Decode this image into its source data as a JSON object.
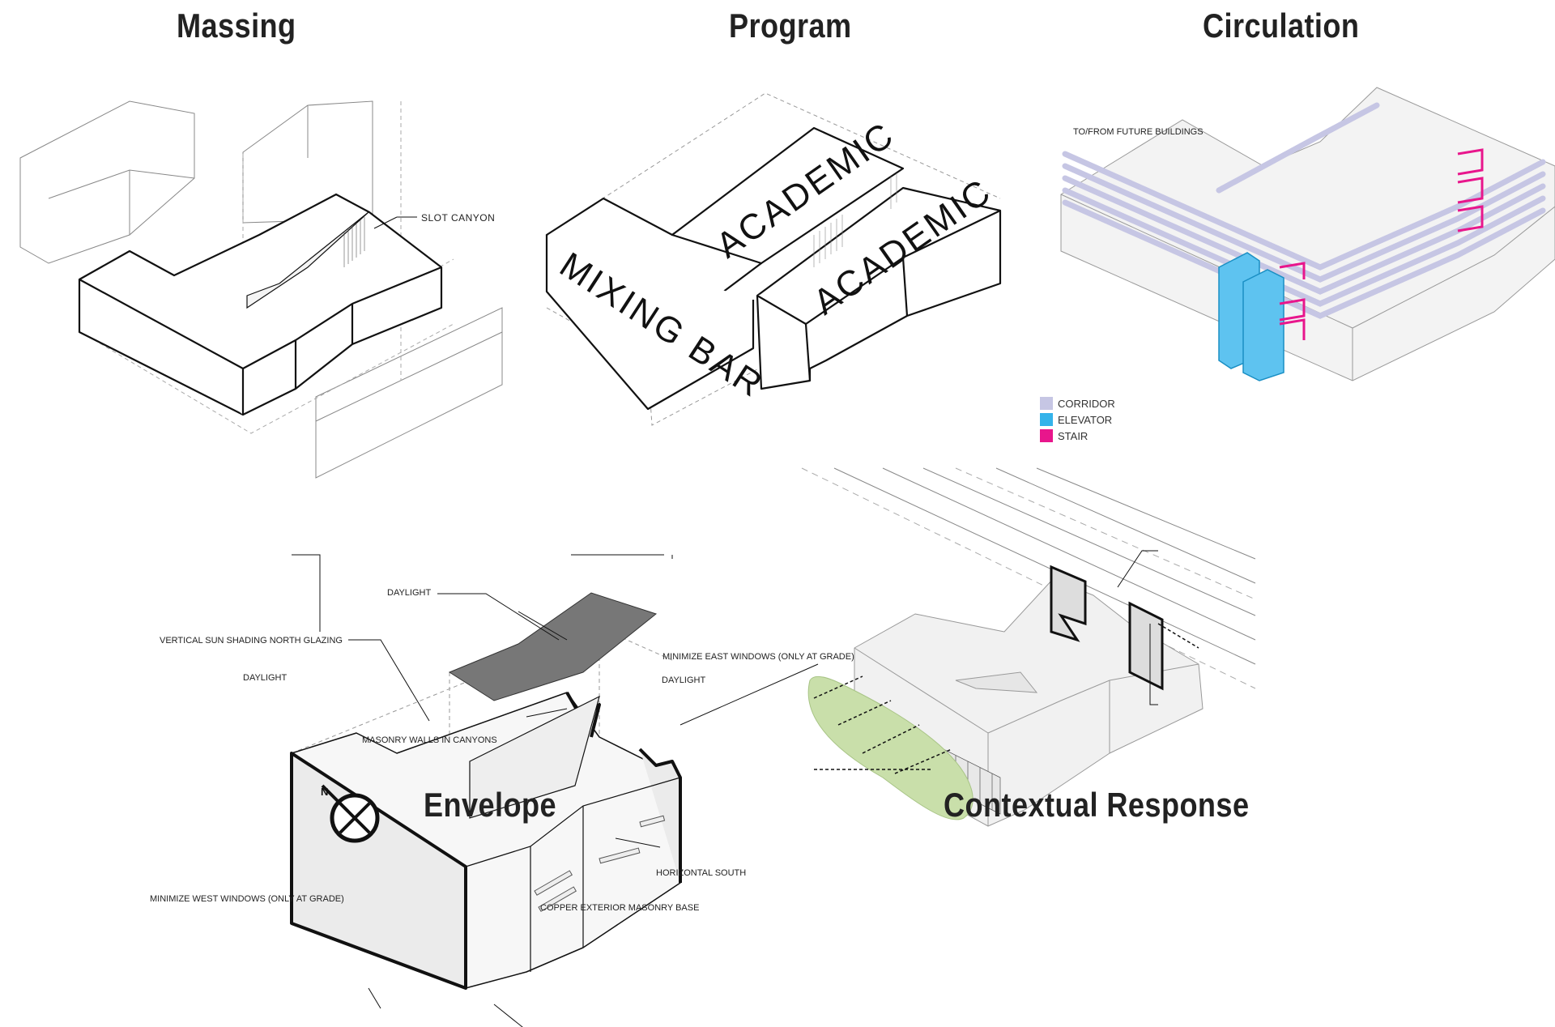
{
  "panels": {
    "massing": {
      "title": "Massing",
      "labels": {
        "slot_canyon": "SLOT CANYON"
      }
    },
    "program": {
      "title": "Program",
      "labels": {
        "academic_1": "ACADEMIC",
        "academic_2": "ACADEMIC",
        "mixing_bar": "MIXING BAR"
      }
    },
    "circulation": {
      "title": "Circulation",
      "labels": {
        "future": "TO/FROM FUTURE BUILDINGS"
      },
      "legend": [
        {
          "label": "CORRIDOR",
          "color": "#c6c6e4"
        },
        {
          "label": "ELEVATOR",
          "color": "#34b3ea"
        },
        {
          "label": "STAIR",
          "color": "#e8168c"
        }
      ]
    },
    "envelope": {
      "title": "Envelope",
      "labels": {
        "daylight_top": "DAYLIGHT",
        "vertical_sun": "VERTICAL SUN SHADING NORTH GLAZING",
        "minimize_east": "MINIMIZE EAST WINDOWS (ONLY AT GRADE)",
        "daylight_left": "DAYLIGHT",
        "daylight_right": "DAYLIGHT",
        "masonry_walls": "MASONRY WALLS IN CANYONS",
        "horizontal_south": "HORIZONTAL SOUTH",
        "minimize_west": "MINIMIZE WEST WINDOWS (ONLY AT GRADE)",
        "copper_base": "COPPER EXTERIOR MASONRY BASE"
      }
    },
    "contextual": {
      "title": "Contextual Response"
    }
  },
  "colors": {
    "corridor": "#c6c6e4",
    "elevator": "#34b3ea",
    "stair": "#e8168c",
    "landscape": "#c9dfaa",
    "line": "#111111"
  },
  "icons": {
    "north_arrow": "north-arrow-icon"
  }
}
